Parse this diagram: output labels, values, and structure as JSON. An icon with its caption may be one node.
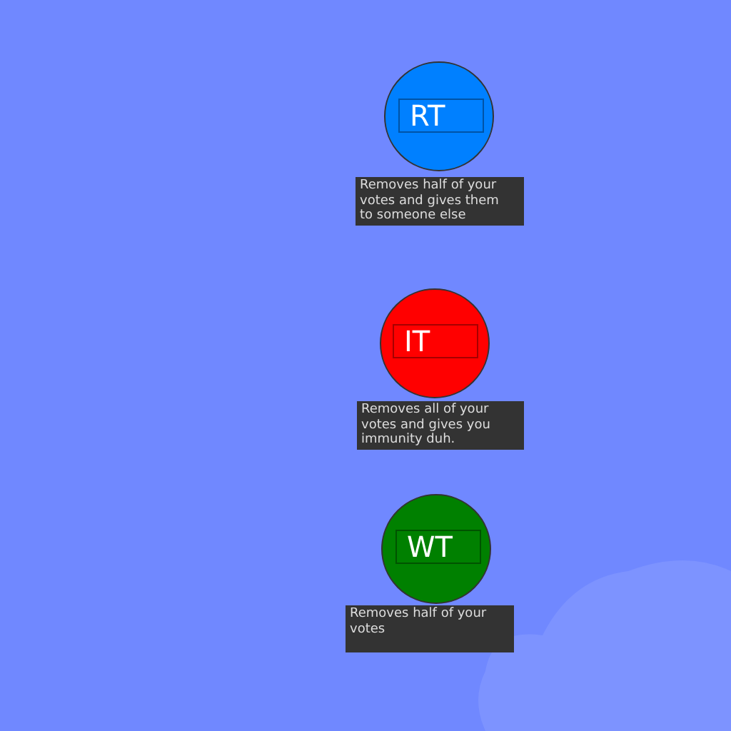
{
  "diagram": {
    "nodes": [
      {
        "text": [
          "RT"
        ]
      },
      {
        "text": [
          "Removes half of your votes and gives them to someone else"
        ]
      },
      {
        "text": [
          "IT"
        ]
      },
      {
        "text": [
          "Removes all of your votes and gives you immunity duh."
        ]
      },
      {
        "text": [
          "WT"
        ]
      },
      {
        "text": [
          "Removes half of your votes"
        ]
      }
    ]
  }
}
